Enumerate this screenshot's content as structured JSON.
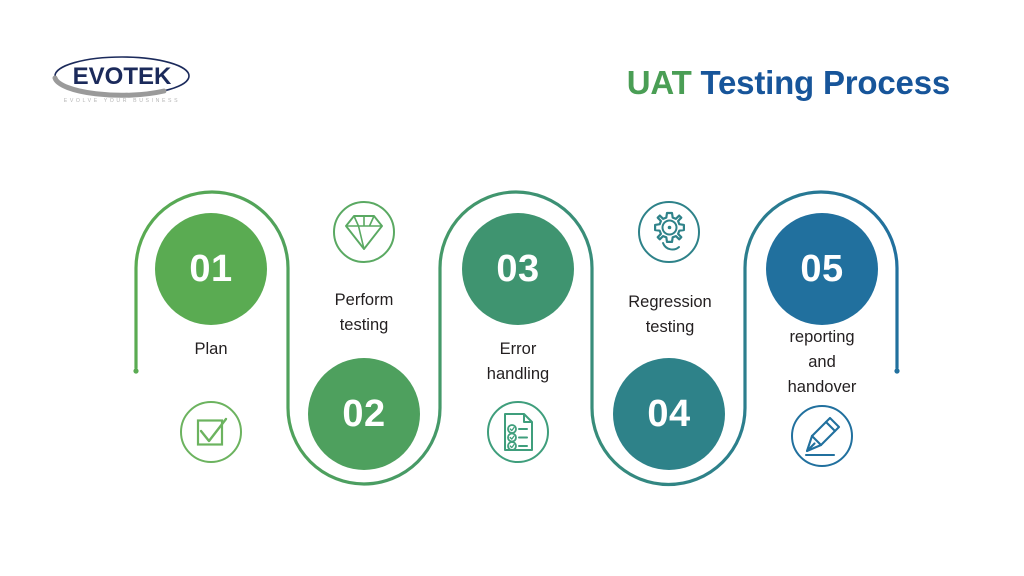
{
  "brand": {
    "logo_name": "EVOTEK",
    "logo_tagline": "EVOLVE YOUR BUSINESS",
    "logo_color": "#1b2a5b",
    "logo_swoosh_color": "#9a9a9a"
  },
  "header": {
    "title_accent": "UAT",
    "title_main": "Testing Process",
    "accent_color": "#4a9e55",
    "main_color": "#17559a"
  },
  "diagram": {
    "type": "serpentine-process-flow",
    "steps": [
      {
        "number": "01",
        "label": "Plan",
        "color": "#5aab52",
        "icon": "checkbox-check-icon",
        "icon_position": "below",
        "bubble_position": "top"
      },
      {
        "number": "02",
        "label": "Perform\ntesting",
        "color": "#4ea05e",
        "icon": "diamond-icon",
        "icon_position": "above",
        "bubble_position": "bottom"
      },
      {
        "number": "03",
        "label": "Error\nhandling",
        "color": "#3f9470",
        "icon": "checklist-document-icon",
        "icon_position": "below",
        "bubble_position": "top"
      },
      {
        "number": "04",
        "label": "Regression\ntesting",
        "color": "#2e8289",
        "icon": "gear-icon",
        "icon_position": "above",
        "bubble_position": "bottom"
      },
      {
        "number": "05",
        "label": "reporting\nand\nhandover",
        "color": "#21709e",
        "icon": "fountain-pen-icon",
        "icon_position": "below",
        "bubble_position": "top"
      }
    ],
    "connector_start_color": "#5aab52",
    "connector_end_color": "#21709e",
    "label_color": "#231f20",
    "background_color": "#ffffff"
  }
}
